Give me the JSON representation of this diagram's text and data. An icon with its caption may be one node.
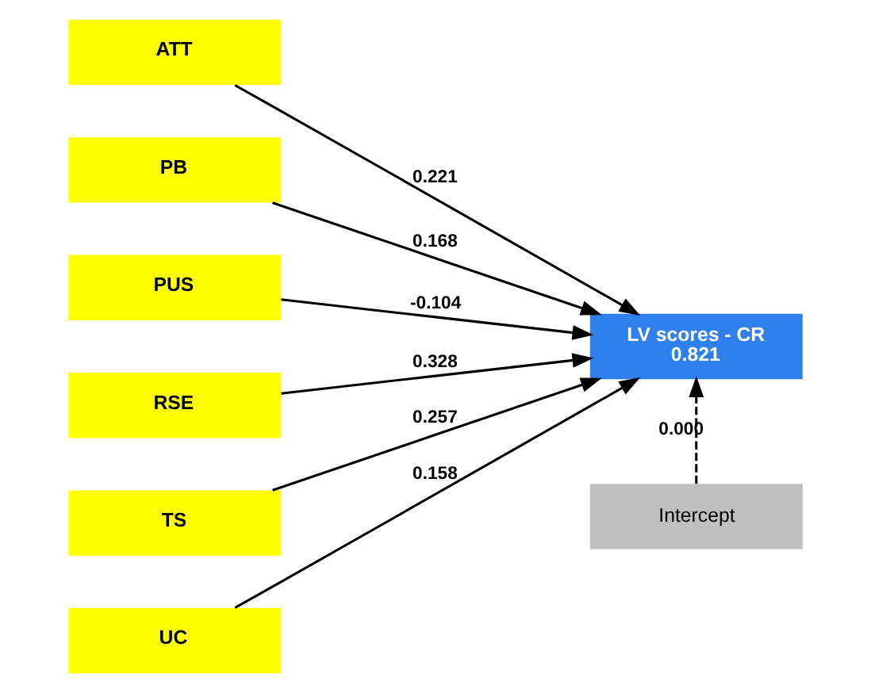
{
  "diagram": {
    "nodes": [
      {
        "text": [
          "ATT"
        ]
      },
      {
        "text": [
          "PB"
        ]
      },
      {
        "text": [
          "PUS"
        ]
      },
      {
        "text": [
          "RSE"
        ]
      },
      {
        "text": [
          "TS"
        ]
      },
      {
        "text": [
          "UC"
        ]
      },
      {
        "text": [
          "Intercept"
        ]
      },
      {
        "text": [
          "LV scores - CR",
          "0.821"
        ]
      }
    ],
    "edges": [
      {
        "from": 0,
        "to": 7,
        "arrow": "to",
        "label": "0.221"
      },
      {
        "from": 1,
        "to": 7,
        "arrow": "to",
        "label": "0.168"
      },
      {
        "from": 2,
        "to": 7,
        "arrow": "to",
        "label": "-0.104"
      },
      {
        "from": 3,
        "to": 7,
        "arrow": "to",
        "label": "0.328"
      },
      {
        "from": 4,
        "to": 7,
        "arrow": "to",
        "label": "0.257"
      },
      {
        "from": 5,
        "to": 7,
        "arrow": "to",
        "label": "0.158"
      },
      {
        "from": 6,
        "to": 7,
        "arrow": "to",
        "label": "0.000",
        "style": "dashed"
      }
    ]
  }
}
